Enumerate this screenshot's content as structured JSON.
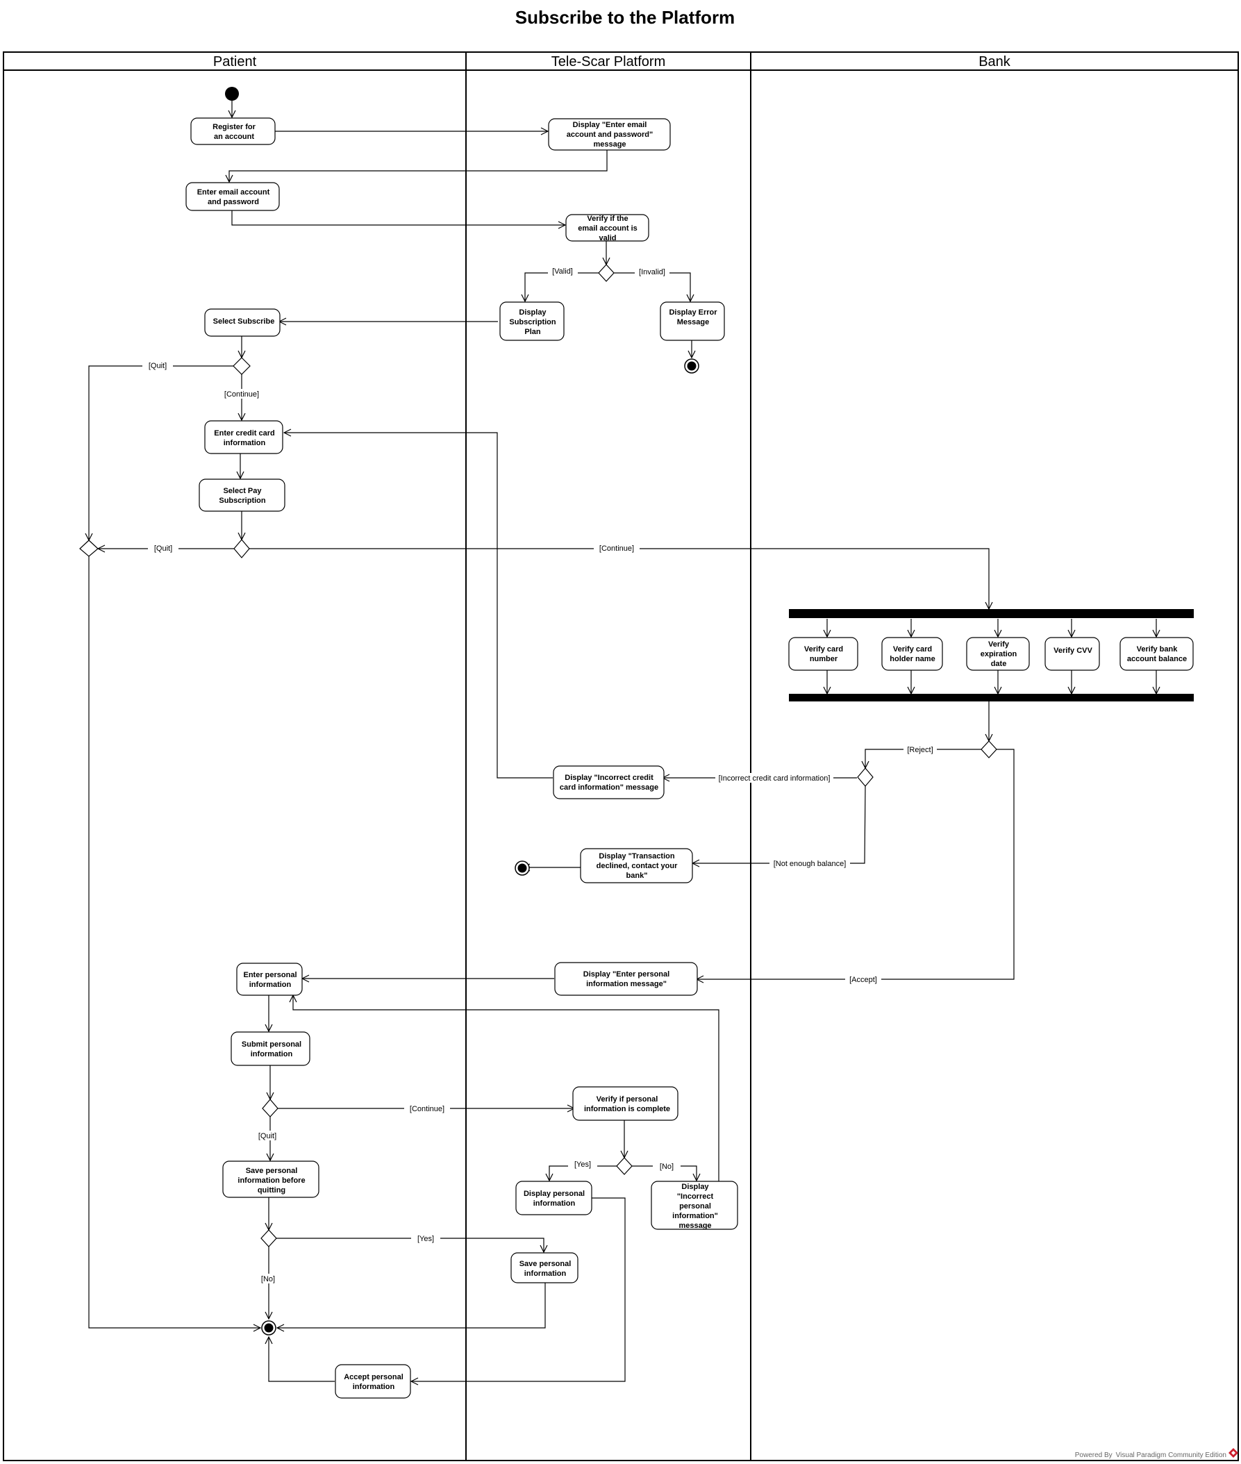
{
  "title": "Subscribe to the Platform",
  "lanes": [
    "Patient",
    "Tele-Scar Platform",
    "Bank"
  ],
  "nodes": {
    "register": "Register for an account",
    "display_enter_email": "Display \"Enter email account and password\" message",
    "enter_email": "Enter email account and password",
    "verify_email": "Verify if the email account is valid",
    "display_plan": "Display Subscription Plan",
    "display_error": "Display Error Message",
    "select_subscribe": "Select Subscribe",
    "enter_card": "Enter credit card information",
    "select_pay": "Select Pay Subscription",
    "verify_card_number": "Verify card number",
    "verify_holder": "Verify card holder name",
    "verify_expiration": "Verify expiration date",
    "verify_cvv": "Verify CVV",
    "verify_balance": "Verify bank account balance",
    "display_incorrect_card": "Display \"Incorrect credit card information\" message",
    "display_declined": "Display \"Transaction declined, contact your bank\"",
    "display_enter_personal": "Display \"Enter personal information message\"",
    "enter_personal": "Enter personal information",
    "submit_personal": "Submit personal information",
    "verify_personal": "Verify if personal information is complete",
    "display_personal": "Display personal information",
    "display_incorrect_personal": "Display \"Incorrect personal information\" message",
    "save_before_quit": "Save personal information before quitting",
    "save_personal": "Save personal information",
    "accept_personal": "Accept personal information"
  },
  "guards": {
    "valid": "[Valid]",
    "invalid": "[Invalid]",
    "quit_1": "[Quit]",
    "continue_1": "[Continue]",
    "quit_2": "[Quit]",
    "continue_2": "[Continue]",
    "reject": "[Reject]",
    "incorrect_card": "[Incorrect credit card information]",
    "not_enough": "[Not enough balance]",
    "accept": "[Accept]",
    "continue_3": "[Continue]",
    "quit_3": "[Quit]",
    "yes_1": "[Yes]",
    "no_1": "[No]",
    "yes_2": "[Yes]",
    "no_2": "[No]"
  },
  "footer": "Powered By Visual Paradigm Community Edition"
}
